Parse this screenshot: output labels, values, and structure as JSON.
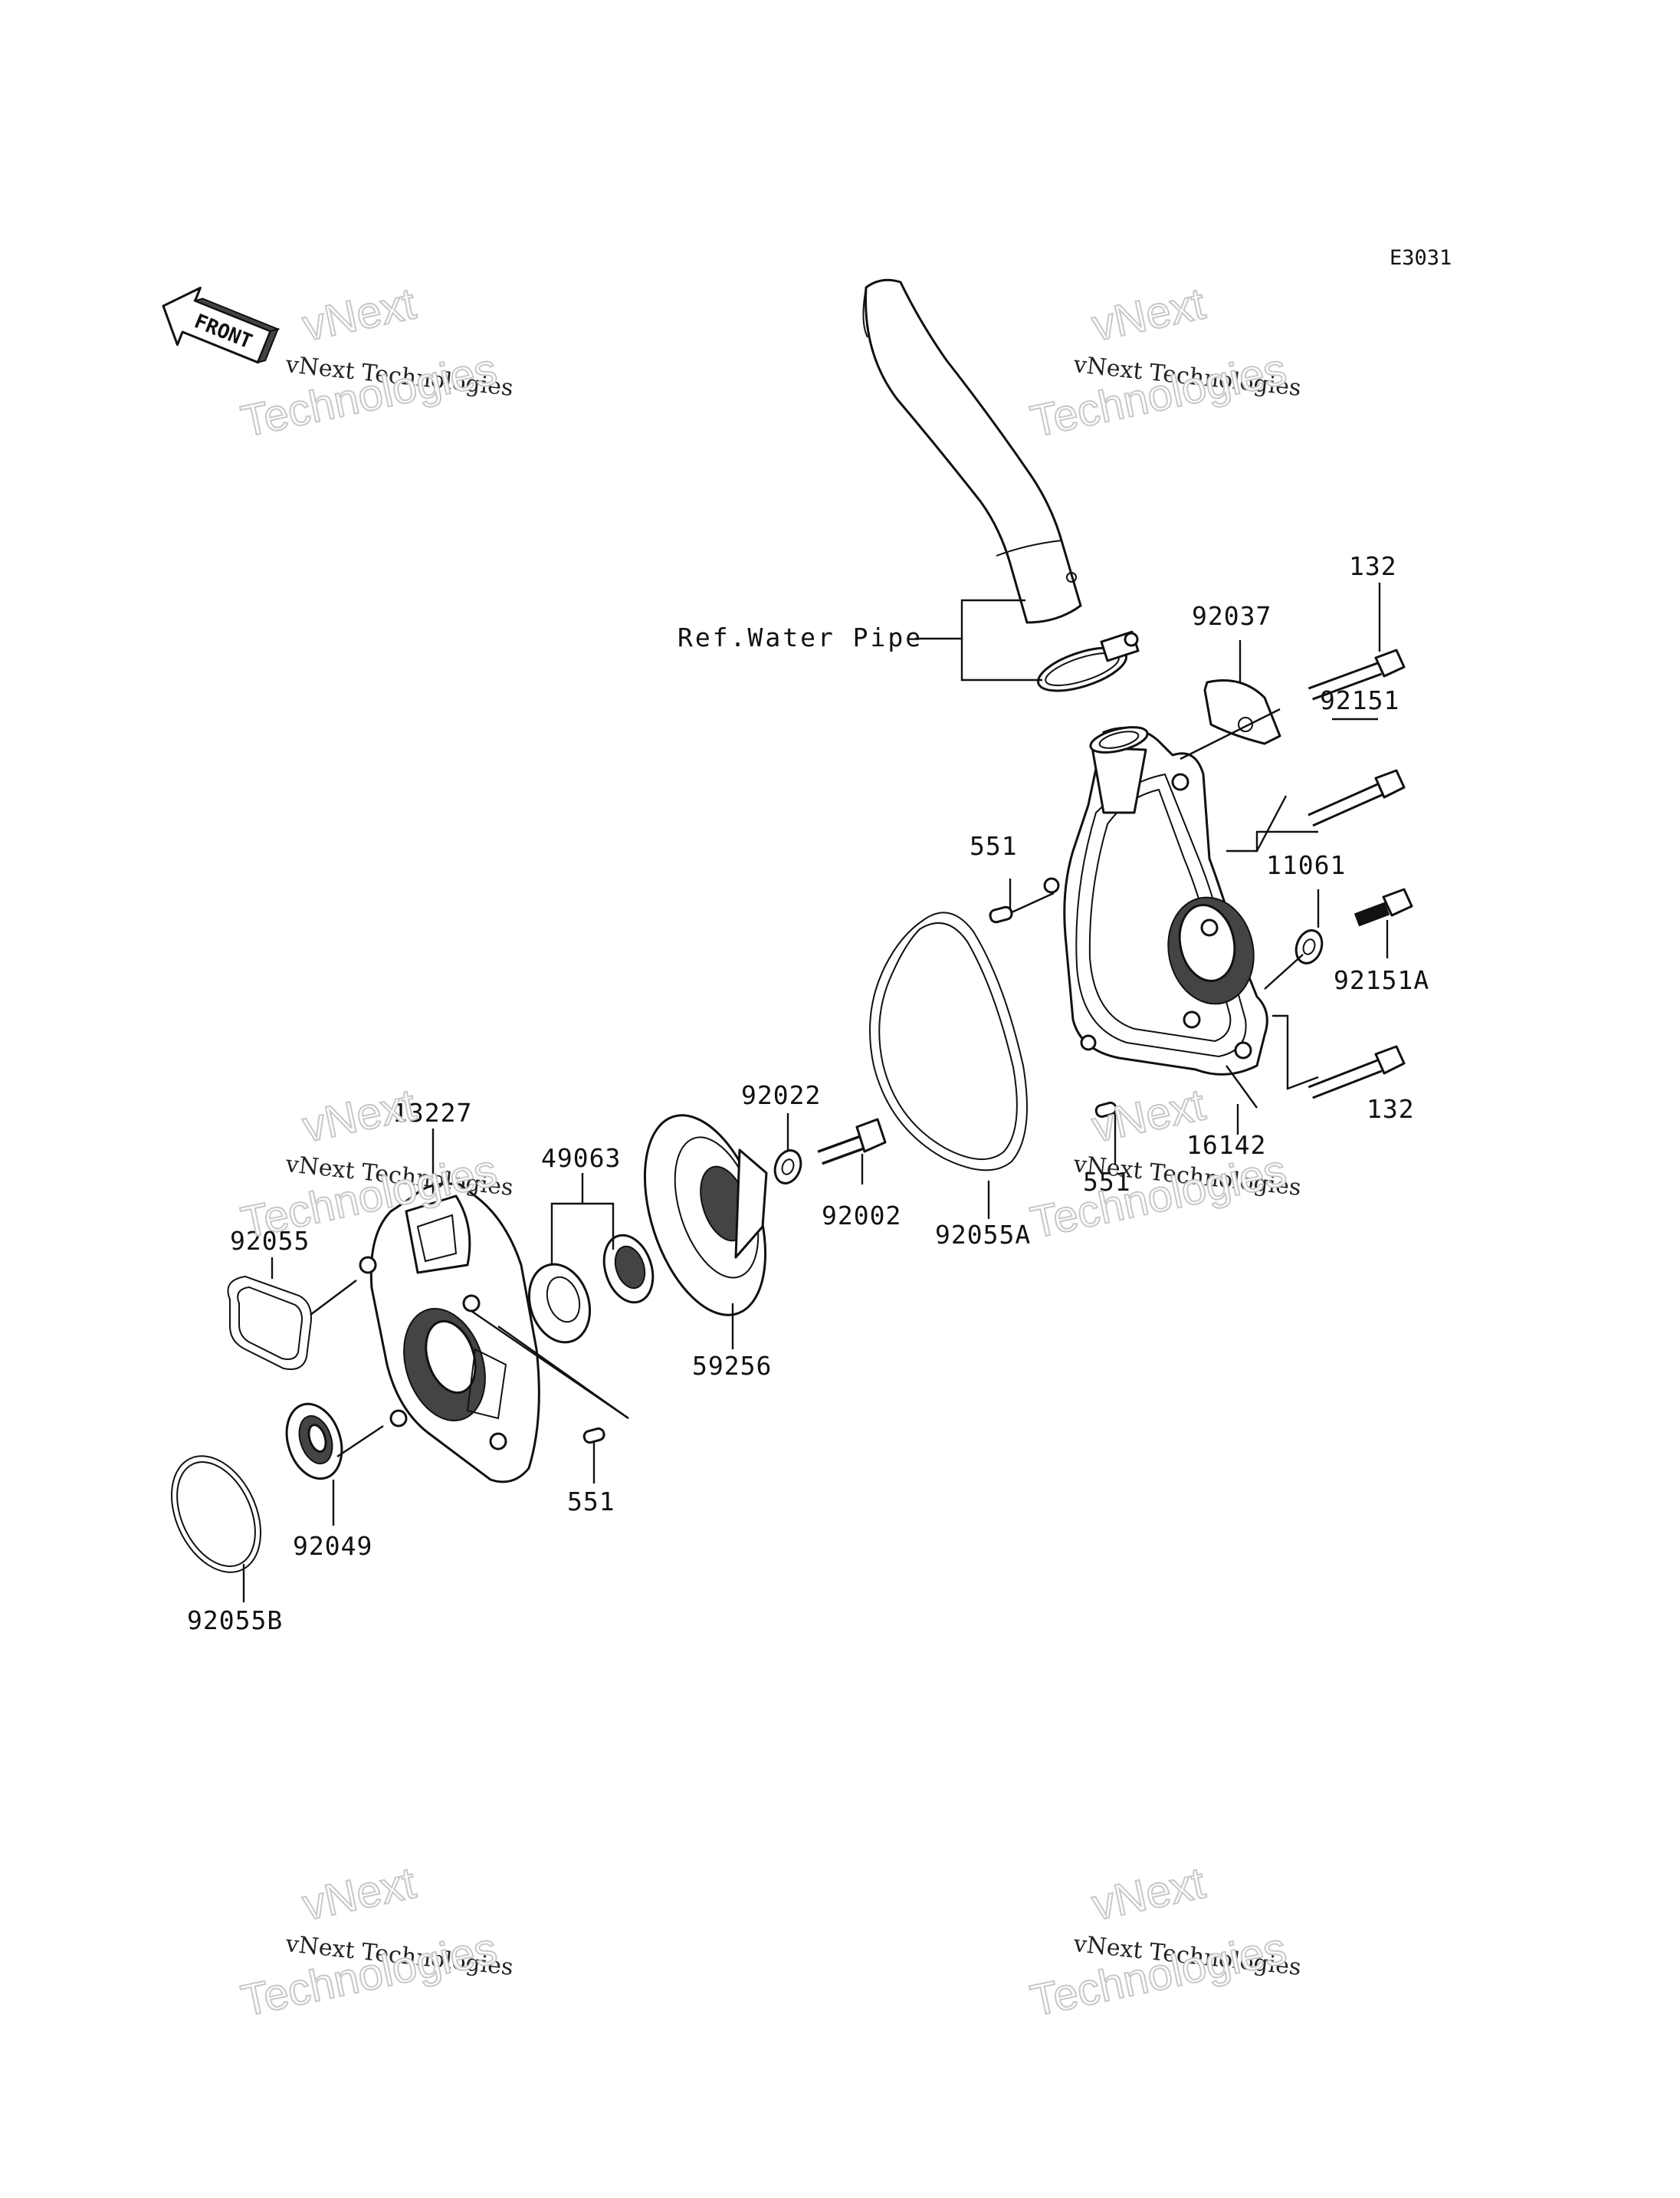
{
  "diagram_code": "E3031",
  "front_marker": "FRONT",
  "reference_label": "Ref.Water Pipe",
  "callouts": {
    "p132_top": "132",
    "p92037": "92037",
    "p92151": "92151",
    "p551_top": "551",
    "p11061": "11061",
    "p92151a": "92151A",
    "p132_bottom": "132",
    "p16142": "16142",
    "p551_right": "551",
    "p92022": "92022",
    "p92002": "92002",
    "p92055a": "92055A",
    "p13227": "13227",
    "p49063": "49063",
    "p92055": "92055",
    "p59256": "59256",
    "p551_bottom": "551",
    "p92049": "92049",
    "p92055b": "92055B"
  },
  "watermarks": [
    {
      "line1": "vNext",
      "line2": "vNext Technologies",
      "line3": "Technologies"
    },
    {
      "line1": "vNext",
      "line2": "vNext Technologies",
      "line3": "Technologies"
    },
    {
      "line1": "vNext",
      "line2": "vNext Technologies",
      "line3": "Technologies"
    },
    {
      "line1": "vNext",
      "line2": "vNext Technologies",
      "line3": "Technologies"
    },
    {
      "line1": "vNext",
      "line2": "vNext Technologies",
      "line3": "Technologies"
    },
    {
      "line1": "vNext",
      "line2": "vNext Technologies",
      "line3": "Technologies"
    }
  ]
}
